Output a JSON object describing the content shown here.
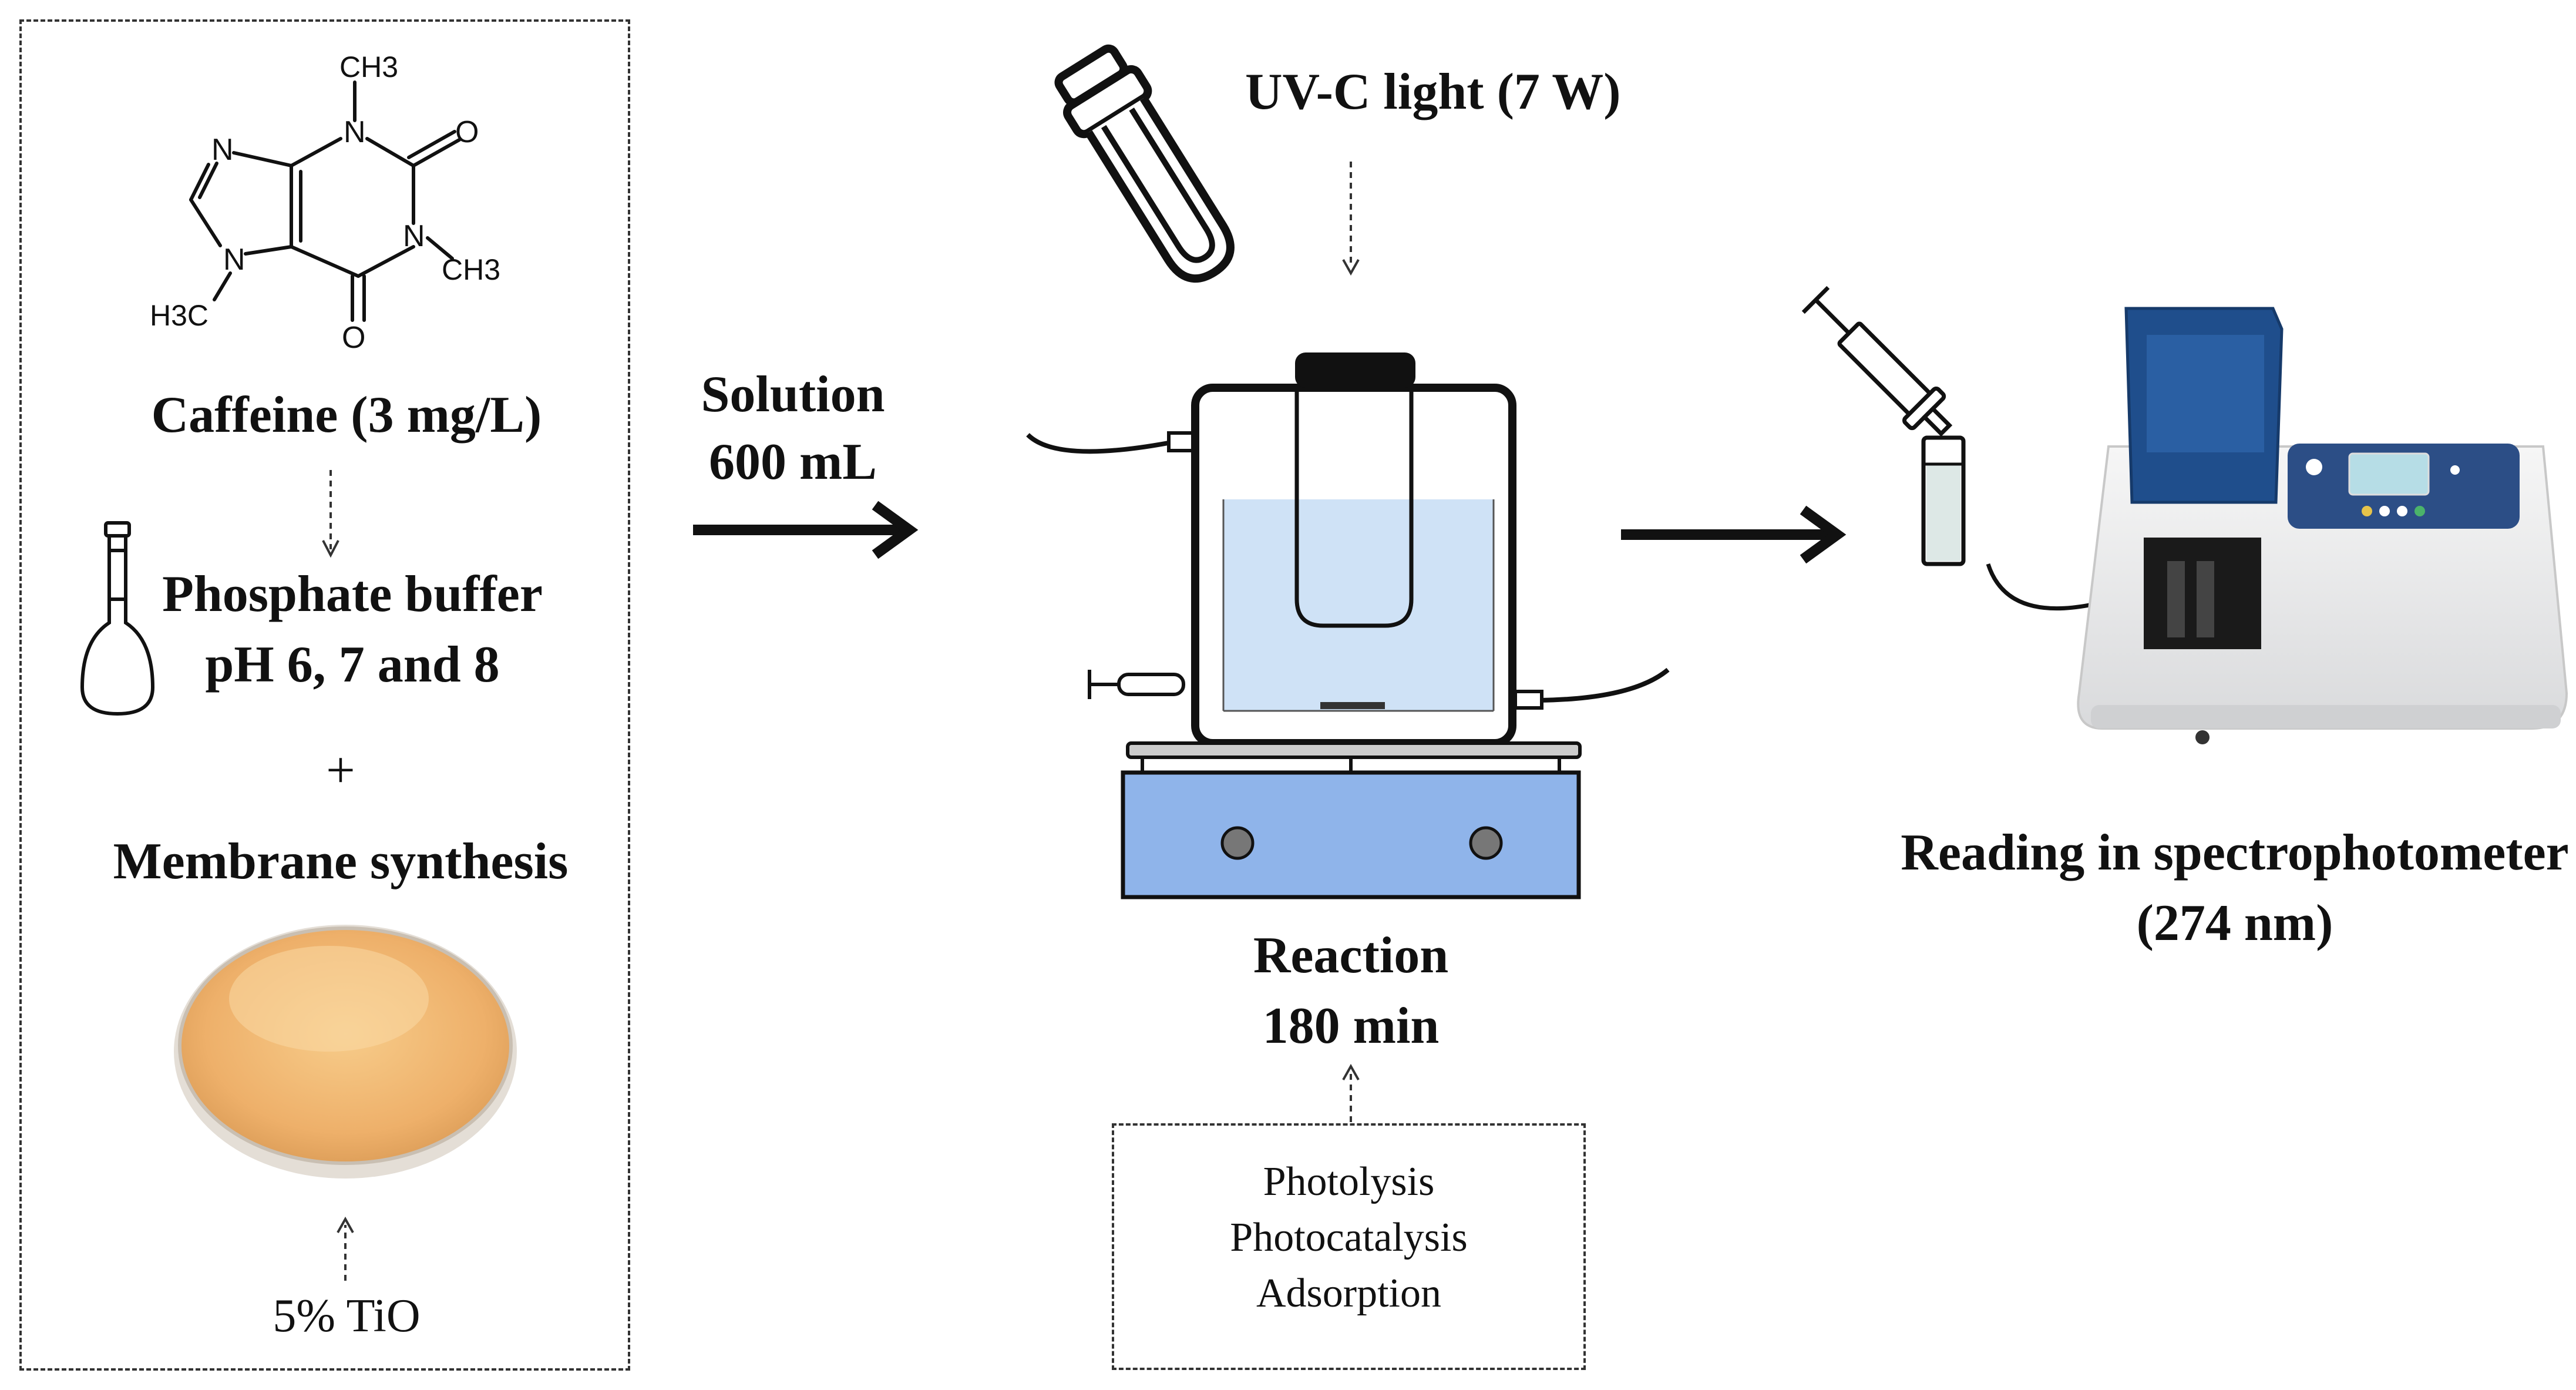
{
  "caffeine": {
    "label": "Caffeine (3 mg/L)",
    "atoms": {
      "n1": "N",
      "n3": "N",
      "n7": "N",
      "n9": "N",
      "o2": "O",
      "o6": "O",
      "ch3_top": "CH3",
      "ch3_right": "CH3",
      "h3c_left": "H3C"
    }
  },
  "buffer": {
    "line1": "Phosphate buffer",
    "line2": "pH 6, 7 and 8"
  },
  "plus": "+",
  "membrane": {
    "label": "Membrane synthesis",
    "tio2": "5% TiO"
  },
  "solution": {
    "line1": "Solution",
    "line2": "600 mL"
  },
  "uv": {
    "label": "UV-C light (7 W)"
  },
  "reaction": {
    "line1": "Reaction",
    "line2": "180 min"
  },
  "processes": [
    "Photolysis",
    "Photocatalysis",
    "Adsorption"
  ],
  "reading": {
    "line1": "Reading in spectrophotometer",
    "line2": "(274 nm)"
  },
  "colors": {
    "liquid": "#cfe2f6",
    "stirrer_base": "#8fb4ea",
    "spectro_lid": "#1f4e8c",
    "membrane": "#f0b46a"
  }
}
